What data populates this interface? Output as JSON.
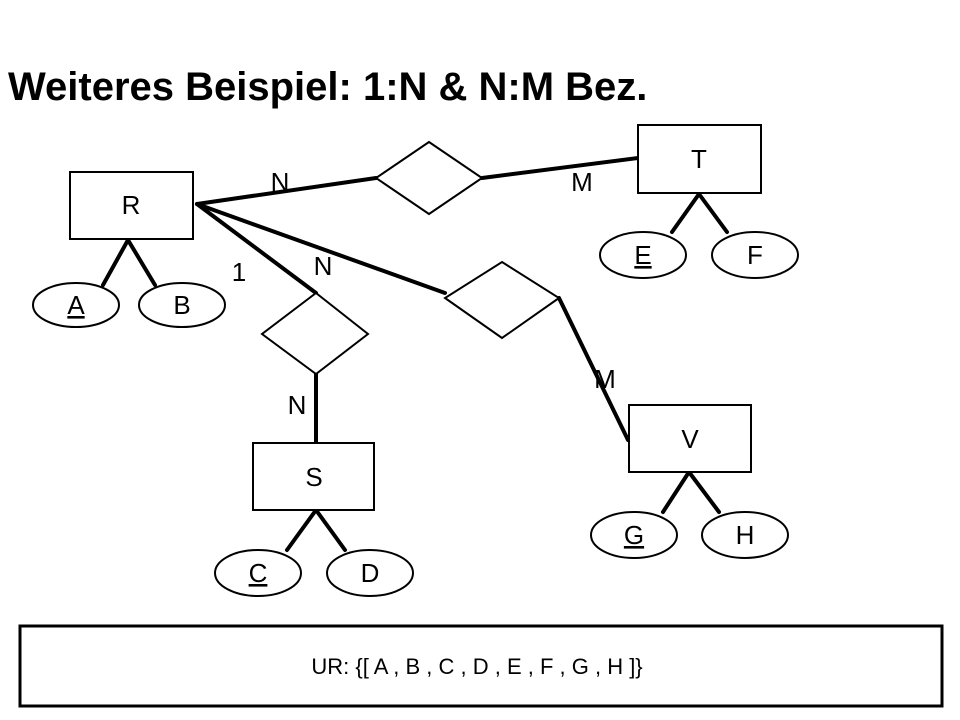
{
  "slide": {
    "title": "Weiteres Beispiel: 1:N & N:M Bez."
  },
  "entities": {
    "R": "R",
    "S": "S",
    "T": "T",
    "V": "V"
  },
  "attributes": {
    "A": "A",
    "B": "B",
    "C": "C",
    "D": "D",
    "E": "E",
    "F": "F",
    "G": "G",
    "H": "H"
  },
  "key_attributes": [
    "A",
    "C",
    "E",
    "G"
  ],
  "cardinalities": {
    "r_t_r_side": "N",
    "r_t_t_side": "M",
    "r_v_r_side": "N",
    "r_v_v_side": "M",
    "r_s_r_side": "1",
    "r_s_s_side": "N"
  },
  "universal_relation": "UR: {[ A , B , C , D , E , F , G , H ]}",
  "colors": {
    "stroke": "#000000",
    "fill": "#ffffff"
  }
}
